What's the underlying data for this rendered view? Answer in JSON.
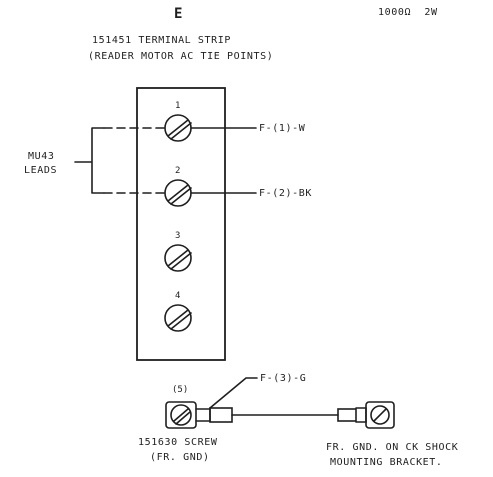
{
  "title": {
    "letter": "E",
    "line1": "151451 TERMINAL STRIP",
    "line2": "(READER MOTOR AC TIE POINTS)"
  },
  "rating": "1000Ω  2W",
  "leads_label": {
    "line1": "MU43",
    "line2": "LEADS"
  },
  "terminals": [
    {
      "number": "1",
      "wire": "F-(1)-W"
    },
    {
      "number": "2",
      "wire": "F-(2)-BK"
    },
    {
      "number": "3",
      "wire": ""
    },
    {
      "number": "4",
      "wire": ""
    }
  ],
  "ground": {
    "terminal_number": "(5)",
    "wire": "F-(3)-G",
    "screw_line1": "151630 SCREW",
    "screw_line2": "(FR. GND)",
    "dest_line1": "FR. GND. ON CK SHOCK",
    "dest_line2": "MOUNTING BRACKET."
  },
  "colors": {
    "ink": "#1f1f1f",
    "background": "#ffffff"
  }
}
